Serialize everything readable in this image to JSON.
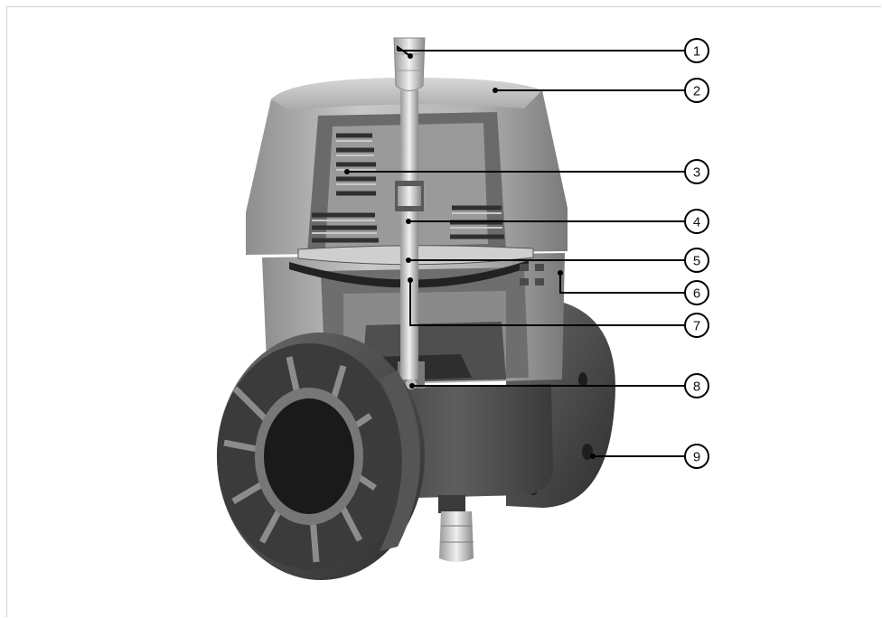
{
  "figure": {
    "subject_icon": "valve-cutaway-illustration",
    "callouts": [
      {
        "label": "1"
      },
      {
        "label": "2"
      },
      {
        "label": "3"
      },
      {
        "label": "4"
      },
      {
        "label": "5"
      },
      {
        "label": "6"
      },
      {
        "label": "7"
      },
      {
        "label": "8"
      },
      {
        "label": "9"
      }
    ],
    "colors": {
      "housing_light": "#b9b9b9",
      "housing_dark": "#5a5a5a",
      "body_dark": "#4a4a4a",
      "leader_line": "#000000"
    }
  }
}
